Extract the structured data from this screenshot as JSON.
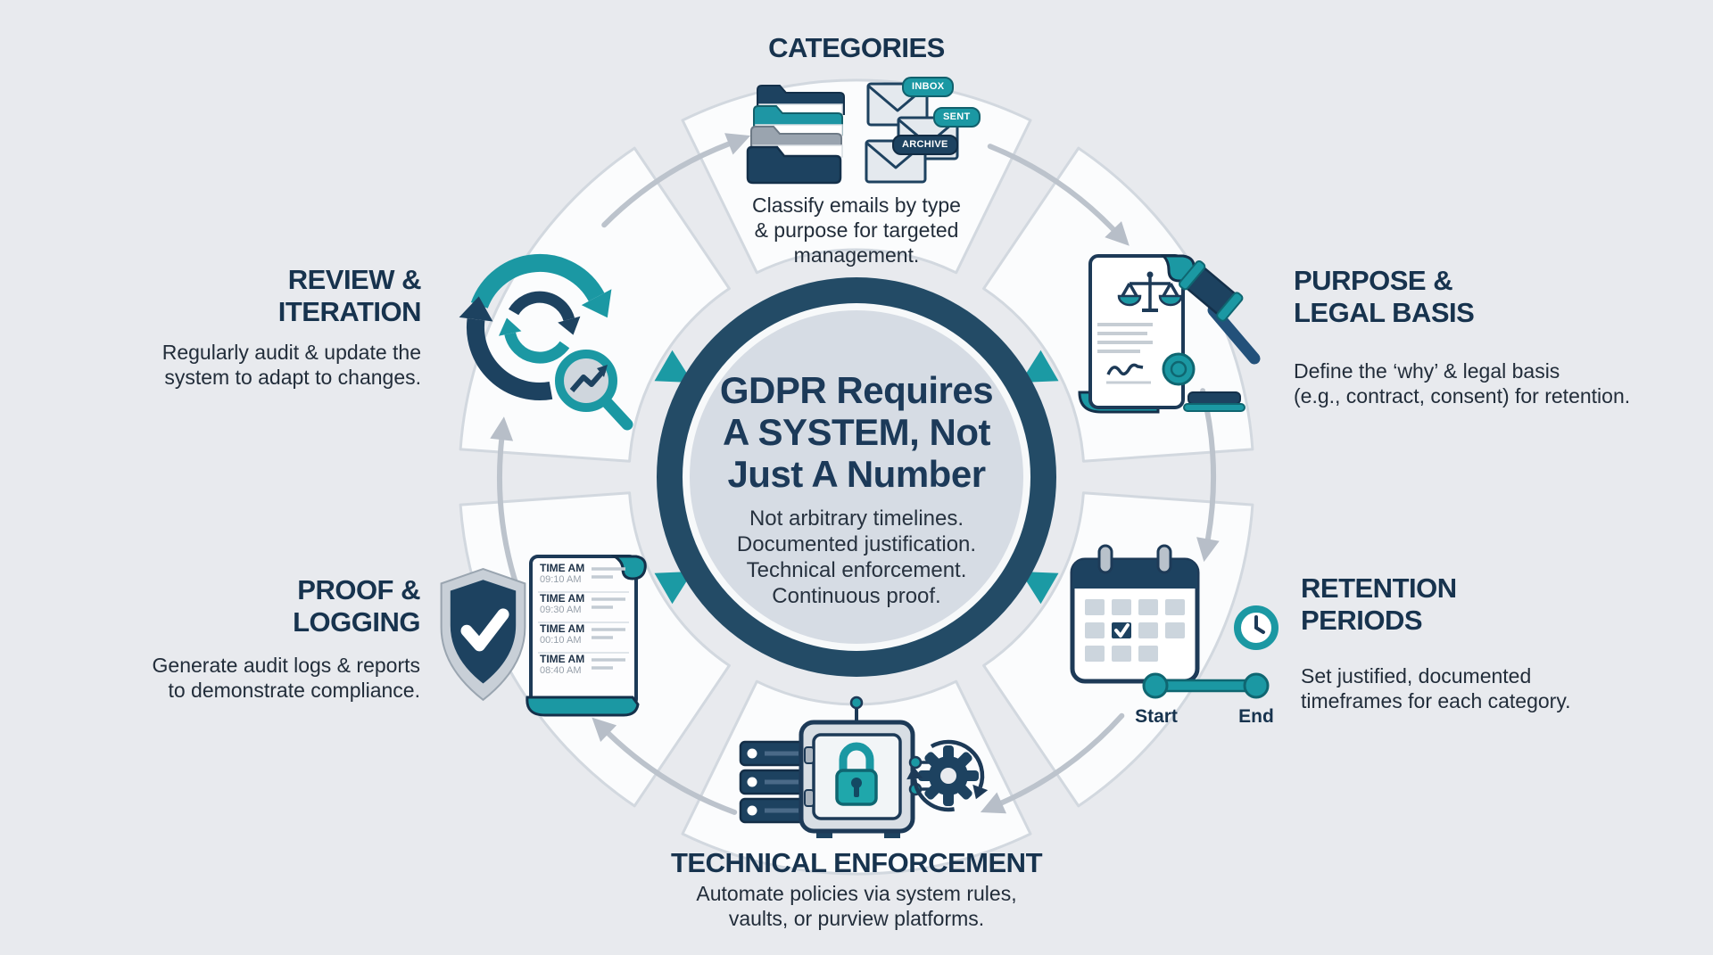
{
  "colors": {
    "background": "#e8eaee",
    "navy": "#1d4260",
    "navy_text": "#17334e",
    "teal": "#1b98a3",
    "ring_navy": "#234b66",
    "inner_circle": "#d6dce4",
    "petal_fill": "#fbfcfd",
    "petal_stroke": "#d2d8df",
    "arrow_gray": "#bcc3cc"
  },
  "center": {
    "title_lines": [
      "GDPR Requires",
      "A SYSTEM, Not",
      "Just A Number"
    ],
    "subtitle_lines": [
      "Not arbitrary timelines.",
      "Documented justification.",
      "Technical enforcement.",
      "Continuous proof."
    ]
  },
  "sections": {
    "categories": {
      "title": "CATEGORIES",
      "description": [
        "Classify emails by type",
        "& purpose for targeted",
        "management."
      ],
      "badges": {
        "inbox": "INBOX",
        "sent": "SENT",
        "archive": "ARCHIVE"
      }
    },
    "purpose": {
      "title_lines": [
        "PURPOSE &",
        "LEGAL BASIS"
      ],
      "description": [
        "Define the ‘why’ & legal basis",
        "(e.g., contract, consent) for retention."
      ]
    },
    "retention": {
      "title_lines": [
        "RETENTION",
        "PERIODS"
      ],
      "description": [
        "Set justified, documented",
        "timeframes for each category."
      ],
      "timeline": {
        "start": "Start",
        "end": "End"
      }
    },
    "technical": {
      "title": "TECHNICAL ENFORCEMENT",
      "description": [
        "Automate policies via system rules,",
        "vaults, or purview platforms."
      ]
    },
    "proof": {
      "title_lines": [
        "PROOF &",
        "LOGGING"
      ],
      "description": [
        "Generate audit logs & reports",
        "to demonstrate compliance."
      ],
      "log_entries": [
        {
          "label": "TIME AM",
          "time": "09:10 AM"
        },
        {
          "label": "TIME AM",
          "time": "09:30 AM"
        },
        {
          "label": "TIME AM",
          "time": "00:10 AM"
        },
        {
          "label": "TIME AM",
          "time": "08:40 AM"
        }
      ]
    },
    "review": {
      "title_lines": [
        "REVIEW &",
        "ITERATION"
      ],
      "description": [
        "Regularly audit & update the",
        "system to adapt to changes."
      ]
    }
  }
}
